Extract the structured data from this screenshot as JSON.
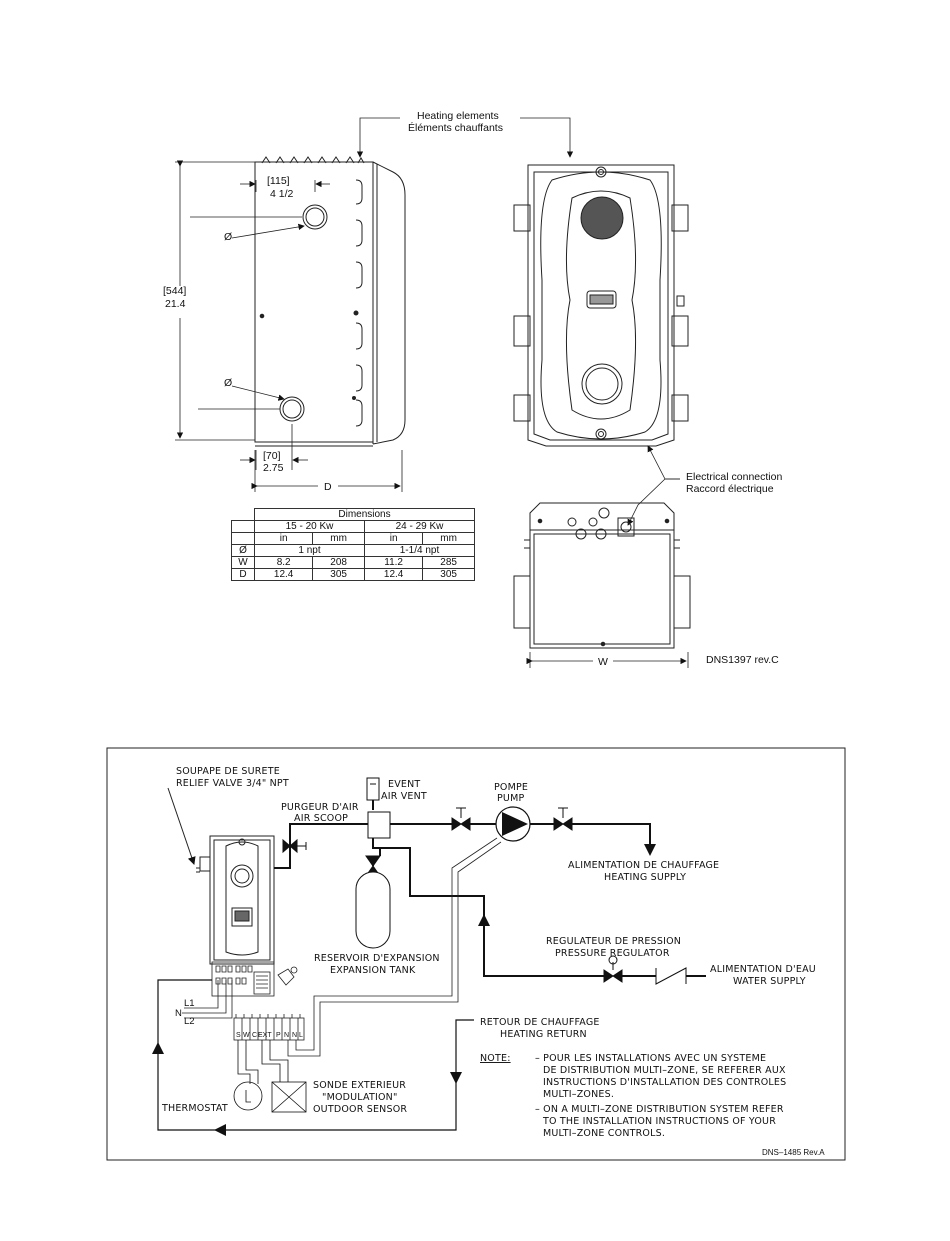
{
  "top": {
    "heating_elements_en": "Heating elements",
    "heating_elements_fr": "Éléments chauffants",
    "dim_115_mm": "[115]",
    "dim_115_in": "4 1/2",
    "dim_544_mm": "[544]",
    "dim_544_in": "21.4",
    "dim_70_mm": "[70]",
    "dim_70_in": "2.75",
    "phi": "Ø",
    "dim_d": "D",
    "dim_w": "W",
    "elec_en": "Electrical connection",
    "elec_fr": "Raccord électrique",
    "drawing_no": "DNS1397 rev.C",
    "table": {
      "title": "Dimensions",
      "col_a": "15 - 20 Kw",
      "col_b": "24 - 29 Kw",
      "in": "in",
      "mm": "mm",
      "rows": [
        {
          "label": "Ø",
          "a": "1 npt",
          "b": "1-1/4 npt"
        },
        {
          "label": "W",
          "a_in": "8.2",
          "a_mm": "208",
          "b_in": "11.2",
          "b_mm": "285"
        },
        {
          "label": "D",
          "a_in": "12.4",
          "a_mm": "305",
          "b_in": "12.4",
          "b_mm": "305"
        }
      ]
    }
  },
  "schematic": {
    "relief_fr": "SOUPAPE DE SURETE",
    "relief_en": "RELIEF VALVE 3/4\" NPT",
    "vent_fr": "EVENT",
    "vent_en": "AIR VENT",
    "scoop_fr": "PURGEUR D'AIR",
    "scoop_en": "AIR SCOOP",
    "pump_fr": "POMPE",
    "pump_en": "PUMP",
    "supply_fr": "ALIMENTATION DE CHAUFFAGE",
    "supply_en": "HEATING SUPPLY",
    "tank_fr": "RESERVOIR D'EXPANSION",
    "tank_en": "EXPANSION TANK",
    "reg_fr": "REGULATEUR DE PRESSION",
    "reg_en": "PRESSURE REGULATOR",
    "water_fr": "ALIMENTATION D'EAU",
    "water_en": "WATER SUPPLY",
    "return_fr": "RETOUR DE CHAUFFAGE",
    "return_en": "HEATING RETURN",
    "l1": "L1",
    "n": "N",
    "l2": "L2",
    "terminals": [
      "S",
      "W",
      "C",
      "EXT",
      "P",
      "N",
      "N",
      "L"
    ],
    "thermostat": "THERMOSTAT",
    "sensor_fr": "SONDE EXTERIEUR",
    "sensor_mod": "\"MODULATION\"",
    "sensor_en": "OUTDOOR SENSOR",
    "note_label": "NOTE:",
    "note_fr_1": "– POUR LES INSTALLATIONS AVEC UN SYSTEME",
    "note_fr_2": "DE DISTRIBUTION MULTI–ZONE, SE REFERER AUX",
    "note_fr_3": "INSTRUCTIONS D'INSTALLATION DES CONTROLES",
    "note_fr_4": "MULTI–ZONES.",
    "note_en_1": "– ON A MULTI–ZONE DISTRIBUTION SYSTEM REFER",
    "note_en_2": "TO THE INSTALLATION INSTRUCTIONS OF YOUR",
    "note_en_3": "MULTI–ZONE CONTROLS.",
    "drawing_no": "DNS–1485  Rev.A"
  }
}
